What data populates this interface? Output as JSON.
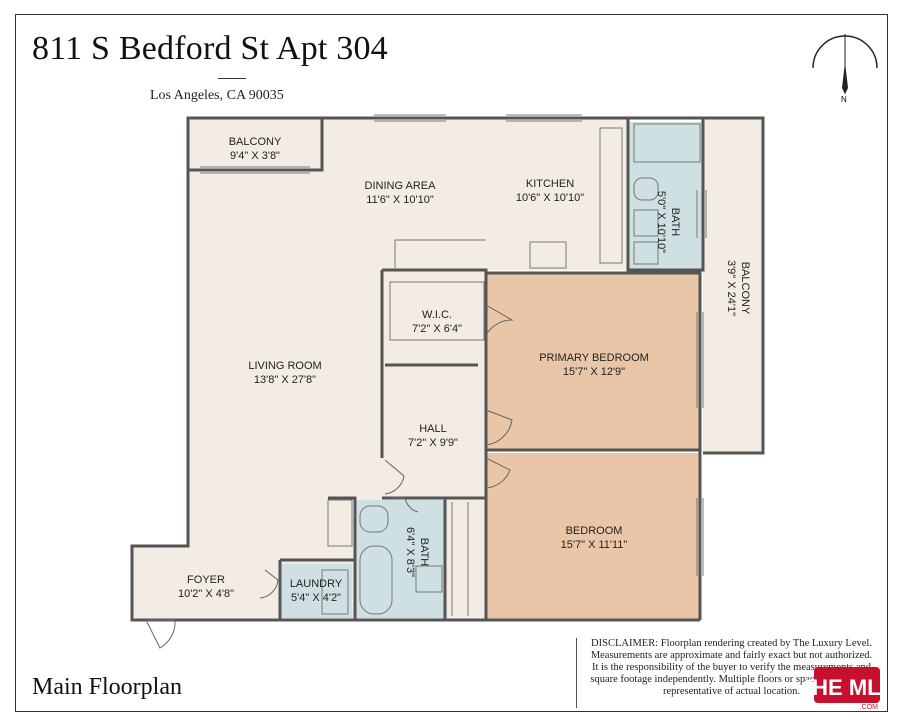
{
  "header": {
    "title": "811 S Bedford St Apt 304",
    "subtitle": "Los Angeles, CA 90035"
  },
  "compass": {
    "label": "N"
  },
  "rooms": {
    "balcony_top": {
      "name": "BALCONY",
      "dims": "9'4\" X 3'8\""
    },
    "dining_area": {
      "name": "DINING AREA",
      "dims": "11'6\" X 10'10\""
    },
    "kitchen": {
      "name": "KITCHEN",
      "dims": "10'6\" X 10'10\""
    },
    "bath_right": {
      "name": "BATH",
      "dims": "5'0\" X 10'10\""
    },
    "balcony_right": {
      "name": "BALCONY",
      "dims": "3'9\" X 24'1\""
    },
    "wic": {
      "name": "W.I.C.",
      "dims": "7'2\" X 6'4\""
    },
    "primary_bedroom": {
      "name": "PRIMARY BEDROOM",
      "dims": "15'7\" X 12'9\""
    },
    "living_room": {
      "name": "LIVING ROOM",
      "dims": "13'8\" X 27'8\""
    },
    "hall": {
      "name": "HALL",
      "dims": "7'2\" X 9'9\""
    },
    "bedroom": {
      "name": "BEDROOM",
      "dims": "15'7\" X 11'11\""
    },
    "bath_center": {
      "name": "BATH",
      "dims": "6'4\" X 8'3\""
    },
    "foyer": {
      "name": "FOYER",
      "dims": "10'2\" X 4'8\""
    },
    "laundry": {
      "name": "LAUNDRY",
      "dims": "5'4\" X 4'2\""
    }
  },
  "colors": {
    "floor": "#f2ece5",
    "bedroom": "#e9c6a7",
    "bath": "#cfe0e3",
    "wall": "#555555"
  },
  "footer": {
    "plan_name": "Main Floorplan",
    "disclaimer": "DISCLAIMER: Floorplan rendering created by The Luxury Level. Measurements are approximate and fairly exact but not authorized. It is the responsibility of the buyer to verify the measurements and square footage independently. Multiple floors or spaces may not be representative of actual location.",
    "logo_text": "THE MLS",
    "logo_sub": ".COM"
  }
}
